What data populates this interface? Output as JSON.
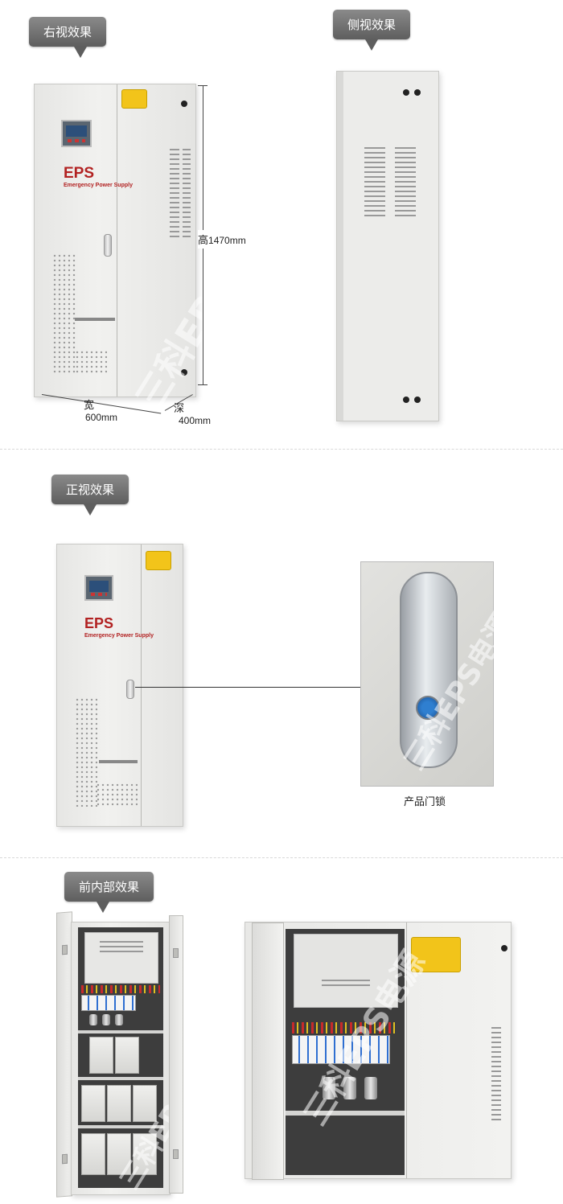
{
  "callouts": {
    "right_view": "右视效果",
    "side_view": "侧视效果",
    "front_view": "正视效果",
    "front_interior": "前内部效果"
  },
  "cabinet": {
    "logo": "EPS",
    "logo_sub": "Emergency Power Supply"
  },
  "dimensions": {
    "height_label": "高",
    "height_value": "1470mm",
    "width_label": "宽",
    "width_value": "600mm",
    "depth_label": "深",
    "depth_value": "400mm"
  },
  "lock": {
    "caption": "产品门锁"
  },
  "watermark": "三科EPS电源",
  "colors": {
    "callout_bg": "#6e6e6e",
    "logo_red": "#b22222",
    "label_yellow": "#f2c41a",
    "breaker_blue": "#2f6fd1"
  }
}
